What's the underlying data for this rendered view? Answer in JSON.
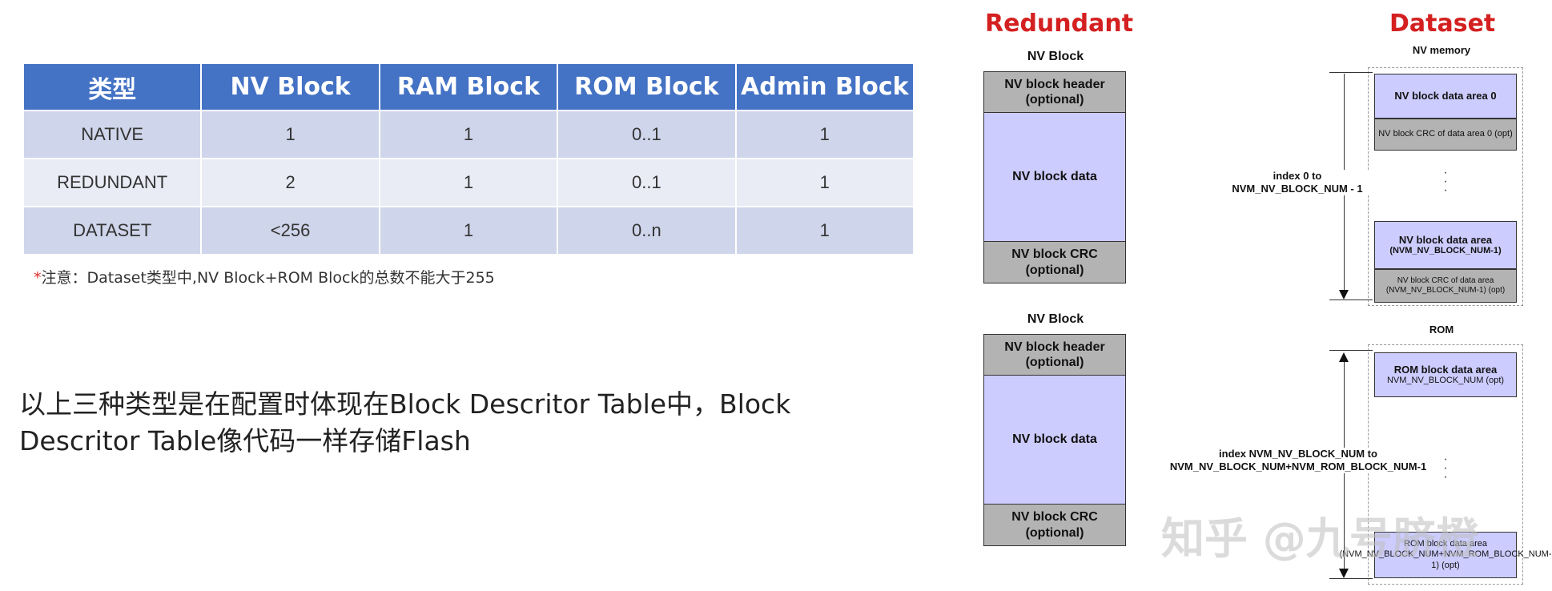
{
  "table": {
    "headers": [
      "类型",
      "NV Block",
      "RAM Block",
      "ROM Block",
      "Admin Block"
    ],
    "rows": [
      [
        "NATIVE",
        "1",
        "1",
        "0..1",
        "1"
      ],
      [
        "REDUNDANT",
        "2",
        "1",
        "0..1",
        "1"
      ],
      [
        "DATASET",
        "<256",
        "1",
        "0..n",
        "1"
      ]
    ],
    "note_star": "*",
    "note": "注意：Dataset类型中,NV Block+ROM Block的总数不能大于255",
    "header_color": "#4472c4",
    "row_colors": [
      "#cfd5ea",
      "#e9ebf5"
    ]
  },
  "description": "以上三种类型是在配置时体现在Block Descritor Table中，Block Descritor Table像代码一样存储Flash",
  "diagram": {
    "redundant": {
      "title": "Redundant",
      "block_caption": "NV Block",
      "header": "NV block header (optional)",
      "data": "NV block data",
      "crc": "NV block CRC (optional)"
    },
    "dataset": {
      "title": "Dataset",
      "nv_memory_caption": "NV memory",
      "area0": "NV block data area 0",
      "crc0": "NV block CRC of data area 0 (opt)",
      "area_last": "NV block data area",
      "area_last_sub": "(NVM_NV_BLOCK_NUM-1)",
      "crc_last": "NV block CRC of data area (NVM_NV_BLOCK_NUM-1) (opt)",
      "index_nv": "index 0 to NVM_NV_BLOCK_NUM - 1",
      "rom_caption": "ROM",
      "rom_area": "ROM block data area",
      "rom_area_sub": "NVM_NV_BLOCK_NUM (opt)",
      "rom_last": "ROM block data area (NVM_NV_BLOCK_NUM+NVM_ROM_BLOCK_NUM-1) (opt)",
      "index_rom": "index NVM_NV_BLOCK_NUM to NVM_NV_BLOCK_NUM+NVM_ROM_BLOCK_NUM-1"
    },
    "title_color": "#d42020",
    "gray_color": "#b3b3b3",
    "lavender_color": "#ccccff"
  },
  "watermark": "知乎 @九号脐橙"
}
